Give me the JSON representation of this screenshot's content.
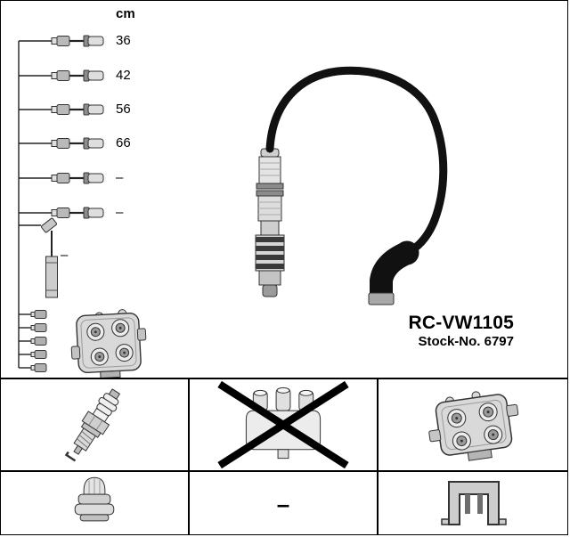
{
  "colors": {
    "ink": "#000000",
    "paper": "#ffffff",
    "metal_light": "#e4e4e4",
    "metal_mid": "#b9b9b9",
    "metal_dark": "#3a3a3a"
  },
  "part_labels": {
    "model": "RC-VW1105",
    "stock": "Stock-No. 6797"
  },
  "length_table": {
    "unit": "cm",
    "rows": [
      {
        "cable": "cable-1",
        "length": "36"
      },
      {
        "cable": "cable-2",
        "length": "42"
      },
      {
        "cable": "cable-3",
        "length": "56"
      },
      {
        "cable": "cable-4",
        "length": "66"
      },
      {
        "cable": "cable-5",
        "length": "–"
      },
      {
        "cable": "cable-6",
        "length": "–"
      }
    ],
    "sensor_length": "–"
  },
  "applicability_grid": {
    "row1": [
      {
        "icon": "spark-plug-icon"
      },
      {
        "icon": "distributor-cap-icon",
        "crossed_out": true
      },
      {
        "icon": "ignition-coil-icon"
      }
    ],
    "row2": [
      {
        "icon": "rubber-cap-icon"
      },
      {
        "icon": "dash",
        "label": "–"
      },
      {
        "icon": "bracket-connector-icon"
      }
    ]
  }
}
